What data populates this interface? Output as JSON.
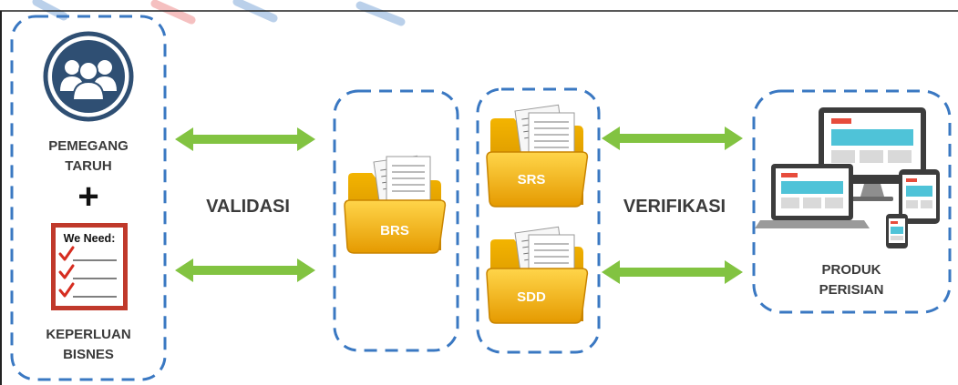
{
  "validation_label": "VALIDASI",
  "verification_label": "VERIFIKASI",
  "stakeholder": {
    "line1": "PEMEGANG",
    "line2": "TARUH",
    "plus": "+",
    "icon": "users-icon"
  },
  "checklist": {
    "title": "We Need:",
    "icon": "checklist-icon"
  },
  "business_needs": {
    "line1": "KEPERLUAN",
    "line2": "BISNES"
  },
  "folders": [
    {
      "label": "BRS",
      "icon": "folder-icon"
    },
    {
      "label": "SRS",
      "icon": "folder-icon"
    },
    {
      "label": "SDD",
      "icon": "folder-icon"
    }
  ],
  "product": {
    "line1": "PRODUK",
    "line2": "PERISIAN",
    "icon": "devices-icon"
  },
  "colors": {
    "dashed_border": "#3a78c2",
    "arrow": "#82c341",
    "folder": "#f5b800",
    "folder_label": "#ffffff",
    "text": "#3b3b3b",
    "user_circle": "#2f4f73"
  }
}
